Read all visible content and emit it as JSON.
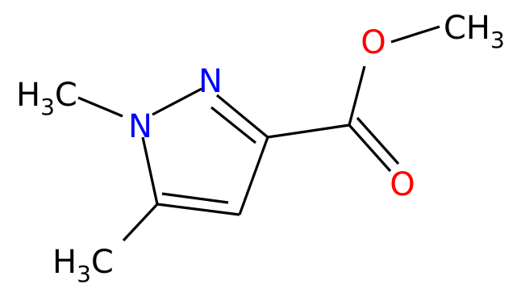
{
  "molecule": {
    "atoms": {
      "n1": {
        "symbol": "N",
        "color": "#0000ff"
      },
      "n2": {
        "symbol": "N",
        "color": "#0000ff"
      },
      "o_ether": {
        "symbol": "O",
        "color": "#ff0000"
      },
      "o_carbonyl": {
        "symbol": "O",
        "color": "#ff0000"
      },
      "methyl_n": {
        "prefix": "H",
        "subscript": "3",
        "suffix": "C"
      },
      "methyl_c5": {
        "prefix": "H",
        "subscript": "3",
        "suffix": "C"
      },
      "methyl_ester": {
        "prefix": "CH",
        "subscript": "3"
      }
    },
    "colors": {
      "bond": "#000000",
      "carbon": "#000000",
      "nitrogen": "#0000ff",
      "oxygen": "#ff0000"
    }
  }
}
